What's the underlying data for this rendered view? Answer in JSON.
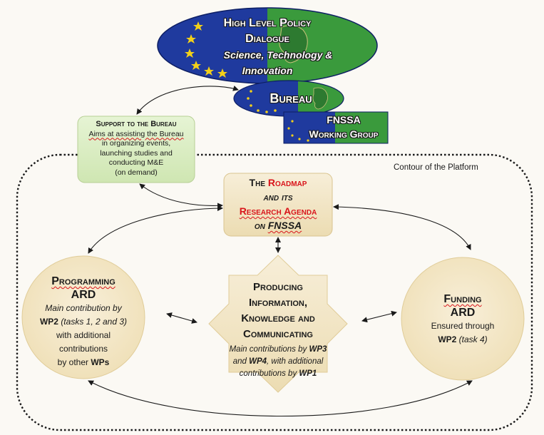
{
  "hlpd": {
    "line1": "High Level Policy",
    "line2": "Dialogue",
    "line3": "Science, Technology &",
    "line4": "Innovation"
  },
  "bureau": {
    "label": "Bureau"
  },
  "working_group": {
    "line1": "FNSSA",
    "line2": "Working Group"
  },
  "support": {
    "title": "Support to the Bureau",
    "line1": "Aims at assisting the Bureau",
    "line2": "in organizing events,",
    "line3": "launching studies and",
    "line4": "conducting M&E",
    "line5": "(on demand)"
  },
  "contour_label": "Contour of the Platform",
  "roadmap": {
    "the": "The",
    "roadmap": "Roadmap",
    "and_its": "and its",
    "research_agenda": "Research Agenda",
    "on": "on",
    "fnssa": "FNSSA"
  },
  "programming": {
    "title1": "Programming",
    "title2": "ARD",
    "line1": "Main contribution by",
    "wp": "WP2",
    "tasks": "(tasks 1, 2 and 3)",
    "line3": "with additional",
    "line4": "contributions",
    "line5_pre": "by other",
    "line5_wp": "WPs"
  },
  "producing": {
    "line1": "Producing",
    "line2": "Information,",
    "line3": "Knowledge and",
    "line4": "Communicating",
    "c1_pre": "Main contributions by",
    "c1_wp": "WP3",
    "c2_and": "and",
    "c2_wp": "WP4",
    "c2_post": ", with additional",
    "c3_pre": "contributions by",
    "c3_wp": "WP1"
  },
  "funding": {
    "title1": "Funding",
    "title2": "ARD",
    "line1": "Ensured through",
    "wp": "WP2",
    "task": "(task 4)"
  },
  "colors": {
    "eu_blue": "#1f3a9e",
    "au_green": "#3a9a3c",
    "node_fill": "#f3e6c6",
    "support_fill": "#dbeec4",
    "accent_red": "#d9141b",
    "star": "#f2d019"
  }
}
